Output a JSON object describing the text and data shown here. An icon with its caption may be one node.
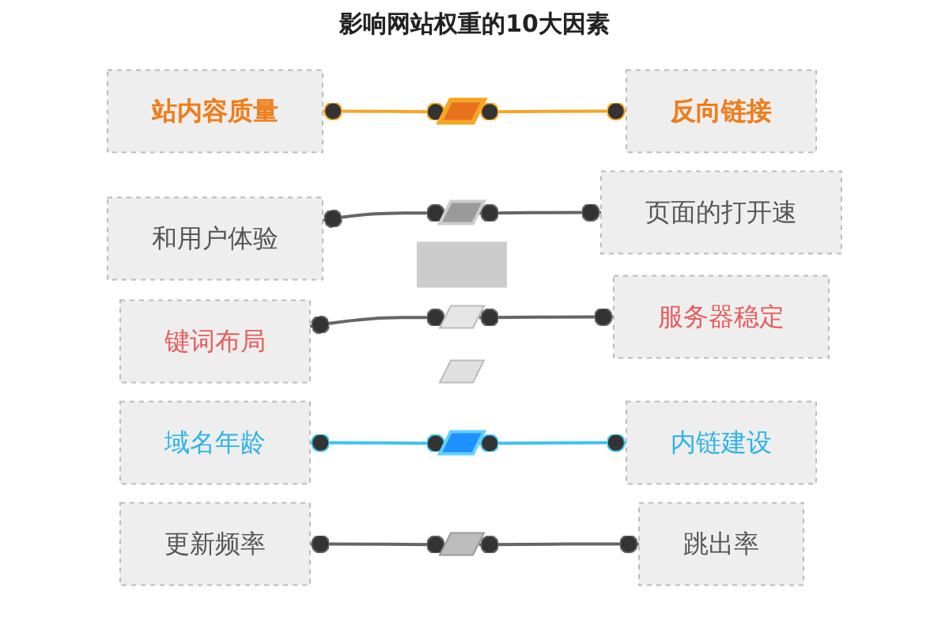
{
  "diagram": {
    "title": "影响网站权重的10大因素",
    "nodes": [
      {
        "text": [
          "站内容质量"
        ]
      },
      {
        "text": [
          "和用户体验"
        ]
      },
      {
        "text": [
          "键词布局"
        ]
      },
      {
        "text": [
          "域名年龄"
        ]
      },
      {
        "text": [
          "更新频率"
        ]
      },
      {
        "text": [],
        "shape": "box"
      },
      {
        "text": [],
        "shape": "box"
      },
      {
        "text": [],
        "shape": "bar"
      },
      {
        "text": [],
        "shape": "box"
      },
      {
        "text": [],
        "shape": "box"
      },
      {
        "text": [],
        "shape": "box"
      },
      {
        "text": [],
        "shape": "box"
      },
      {
        "text": [
          "反向链接"
        ]
      },
      {
        "text": [
          "页面的打开速"
        ]
      },
      {
        "text": [
          "服务器稳定"
        ]
      },
      {
        "text": [
          "内链建设"
        ]
      },
      {
        "text": [
          "跳出率"
        ]
      }
    ],
    "edges": [
      {
        "from": 0,
        "to": 5,
        "arrow": "other",
        "color": "#f5a623"
      },
      {
        "from": 1,
        "to": 6,
        "arrow": "other"
      },
      {
        "from": 2,
        "to": 8,
        "arrow": "other"
      },
      {
        "from": 3,
        "to": 10,
        "arrow": "other",
        "color": "#3ec3ee"
      },
      {
        "from": 4,
        "to": 11,
        "arrow": "other"
      },
      {
        "from": 5,
        "to": 12,
        "arrow": "other",
        "color": "#f5a623"
      },
      {
        "from": 6,
        "to": 13,
        "arrow": "other"
      },
      {
        "from": 8,
        "to": 14,
        "arrow": "other"
      },
      {
        "from": 10,
        "to": 15,
        "arrow": "other",
        "color": "#3ec3ee"
      },
      {
        "from": 11,
        "to": 16,
        "arrow": "other"
      }
    ]
  }
}
